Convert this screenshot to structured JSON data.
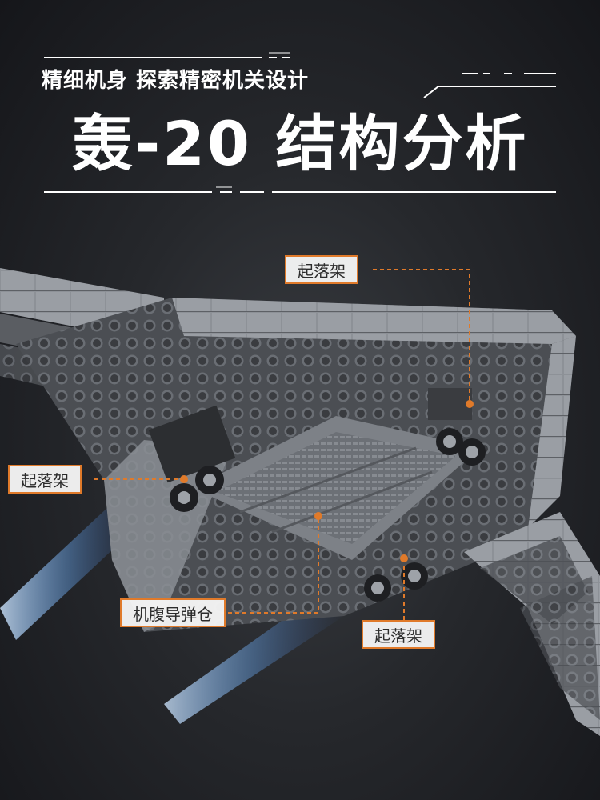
{
  "header": {
    "subtitle": "精细机身 探索精密机关设计",
    "title": "轰-20 结构分析"
  },
  "callouts": {
    "landing_gear_top": "起落架",
    "landing_gear_left": "起落架",
    "bomb_bay": "机腹导弹仓",
    "landing_gear_bottom": "起落架"
  },
  "colors": {
    "accent": "#e07a2a",
    "background": "#1e2023",
    "model_gray": "#8a8e94"
  }
}
